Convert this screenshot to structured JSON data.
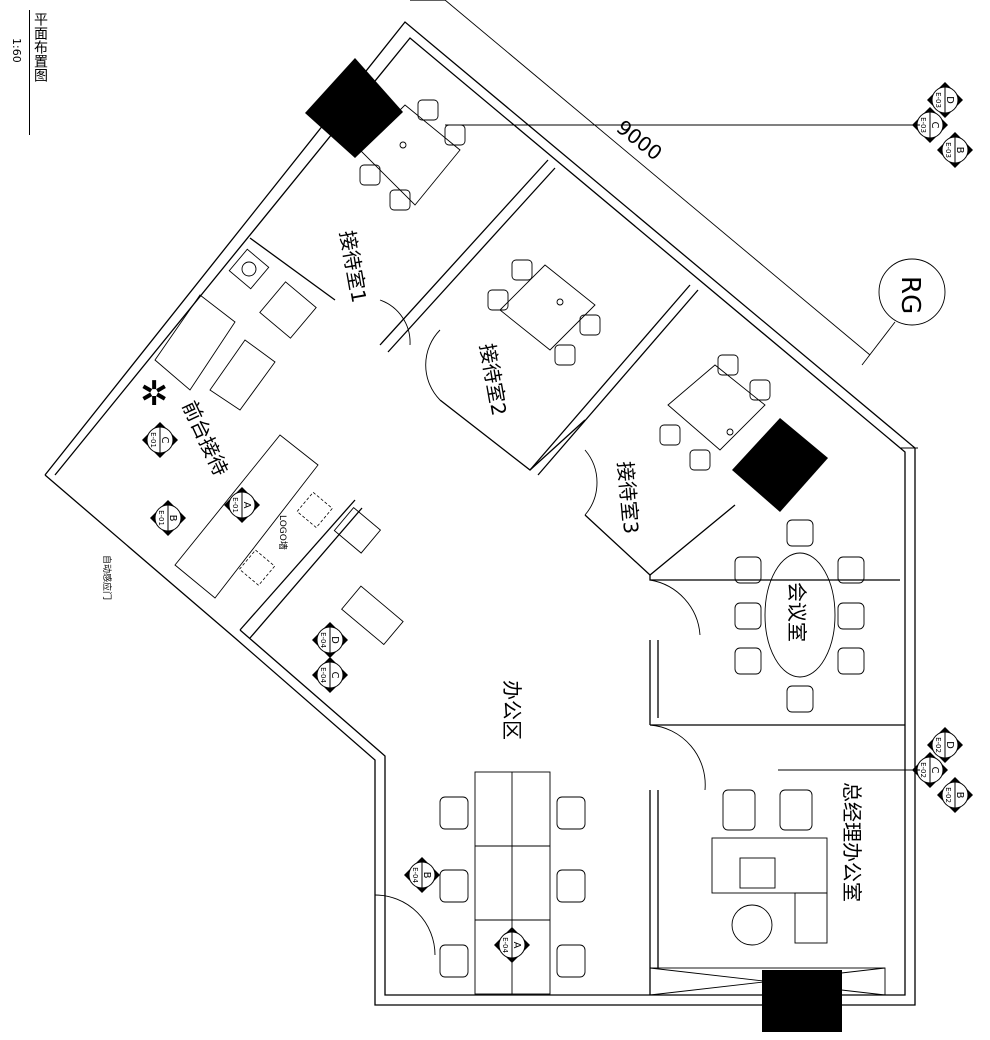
{
  "title_block": {
    "title": "平面布置图",
    "scale": "1:60"
  },
  "dimension": "9000",
  "grid_marker": "RG",
  "rooms": {
    "reception1": "接待室1",
    "reception2": "接待室2",
    "reception3": "接待室3",
    "front_desk": "前台接待",
    "meeting": "会议室",
    "office_area": "办公区",
    "gm_office": "总经理办公室"
  },
  "notes": {
    "logo_wall": "LOGO墙",
    "auto_door": "自动感应门"
  },
  "callouts": [
    {
      "letter": "A",
      "sheet": "E-01"
    },
    {
      "letter": "B",
      "sheet": "E-01"
    },
    {
      "letter": "C",
      "sheet": "E-01"
    },
    {
      "letter": "D",
      "sheet": "E-04"
    },
    {
      "letter": "C",
      "sheet": "E-04"
    },
    {
      "letter": "B",
      "sheet": "E-04"
    },
    {
      "letter": "A",
      "sheet": "E-04"
    },
    {
      "letter": "D",
      "sheet": "E-03"
    },
    {
      "letter": "C",
      "sheet": "E-03"
    },
    {
      "letter": "B",
      "sheet": "E-03"
    },
    {
      "letter": "D",
      "sheet": "E-02"
    },
    {
      "letter": "C",
      "sheet": "E-02"
    },
    {
      "letter": "B",
      "sheet": "E-02"
    }
  ]
}
